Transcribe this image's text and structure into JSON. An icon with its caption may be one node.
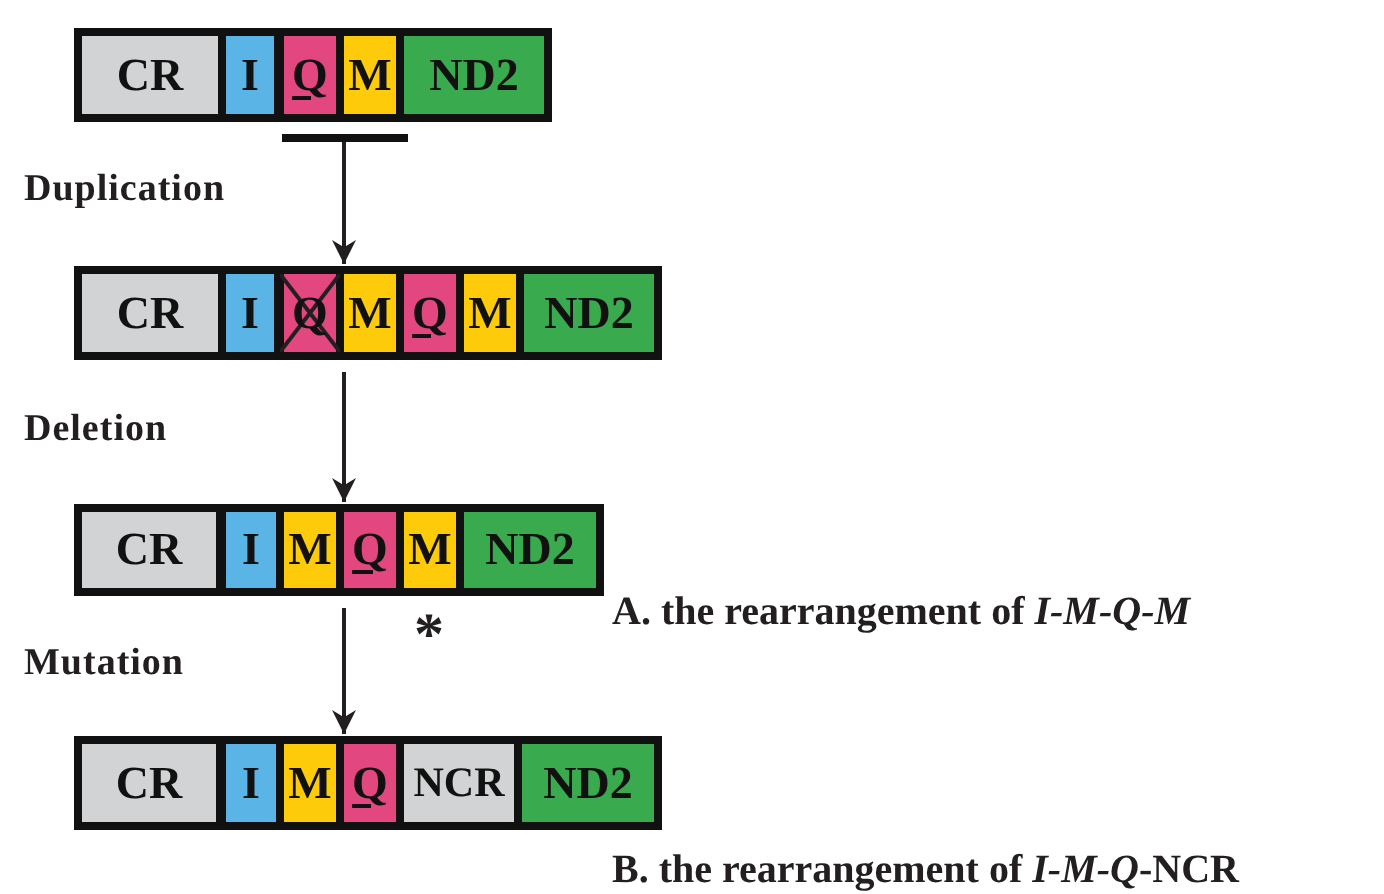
{
  "diagram": {
    "nodes": [
      {
        "text": [],
        "shape": "box"
      },
      {
        "text": [
          "CR"
        ],
        "in": 0
      },
      {
        "text": [
          "I"
        ],
        "in": 0
      },
      {
        "text": [
          "Q"
        ],
        "in": 0
      },
      {
        "text": [
          "M"
        ],
        "in": 0
      },
      {
        "text": [
          "ND2"
        ],
        "in": 0
      },
      {
        "text": [],
        "shape": "bar"
      },
      {
        "text": [],
        "shape": "box"
      },
      {
        "text": [
          "CR"
        ],
        "in": 7
      },
      {
        "text": [
          "I"
        ],
        "in": 7
      },
      {
        "text": [
          "Q"
        ],
        "in": 7
      },
      {
        "text": [
          "M"
        ],
        "in": 7
      },
      {
        "text": [
          "Q"
        ],
        "in": 7
      },
      {
        "text": [
          "M"
        ],
        "in": 7
      },
      {
        "text": [
          "ND2"
        ],
        "in": 7
      },
      {
        "text": [],
        "shape": "box"
      },
      {
        "text": [
          "CR"
        ],
        "in": 15
      },
      {
        "text": [
          "I"
        ],
        "in": 15
      },
      {
        "text": [
          "M"
        ],
        "in": 15
      },
      {
        "text": [
          "Q"
        ],
        "in": 15
      },
      {
        "text": [
          "M"
        ],
        "in": 15
      },
      {
        "text": [
          "ND2"
        ],
        "in": 15
      },
      {
        "text": [],
        "shape": "box"
      },
      {
        "text": [
          "CR"
        ],
        "in": 22
      },
      {
        "text": [
          "I"
        ],
        "in": 22
      },
      {
        "text": [
          "M"
        ],
        "in": 22
      },
      {
        "text": [
          "Q"
        ],
        "in": 22
      },
      {
        "text": [
          "NCR"
        ],
        "in": 22
      },
      {
        "text": [
          "ND2"
        ],
        "in": 22
      }
    ],
    "edges": [
      {
        "from": 6,
        "to": 7,
        "arrow": "to",
        "label": "Duplication"
      },
      {
        "from": 7,
        "to": 15,
        "arrow": "to",
        "label": "Deletion"
      },
      {
        "from": 15,
        "to": 22,
        "arrow": "to",
        "label": "Mutation"
      }
    ],
    "labels": [
      "*",
      "A. the rearrangement of *I-M-Q-M*",
      "B. the rearrangement of *I-M-Q*-NCR"
    ]
  }
}
